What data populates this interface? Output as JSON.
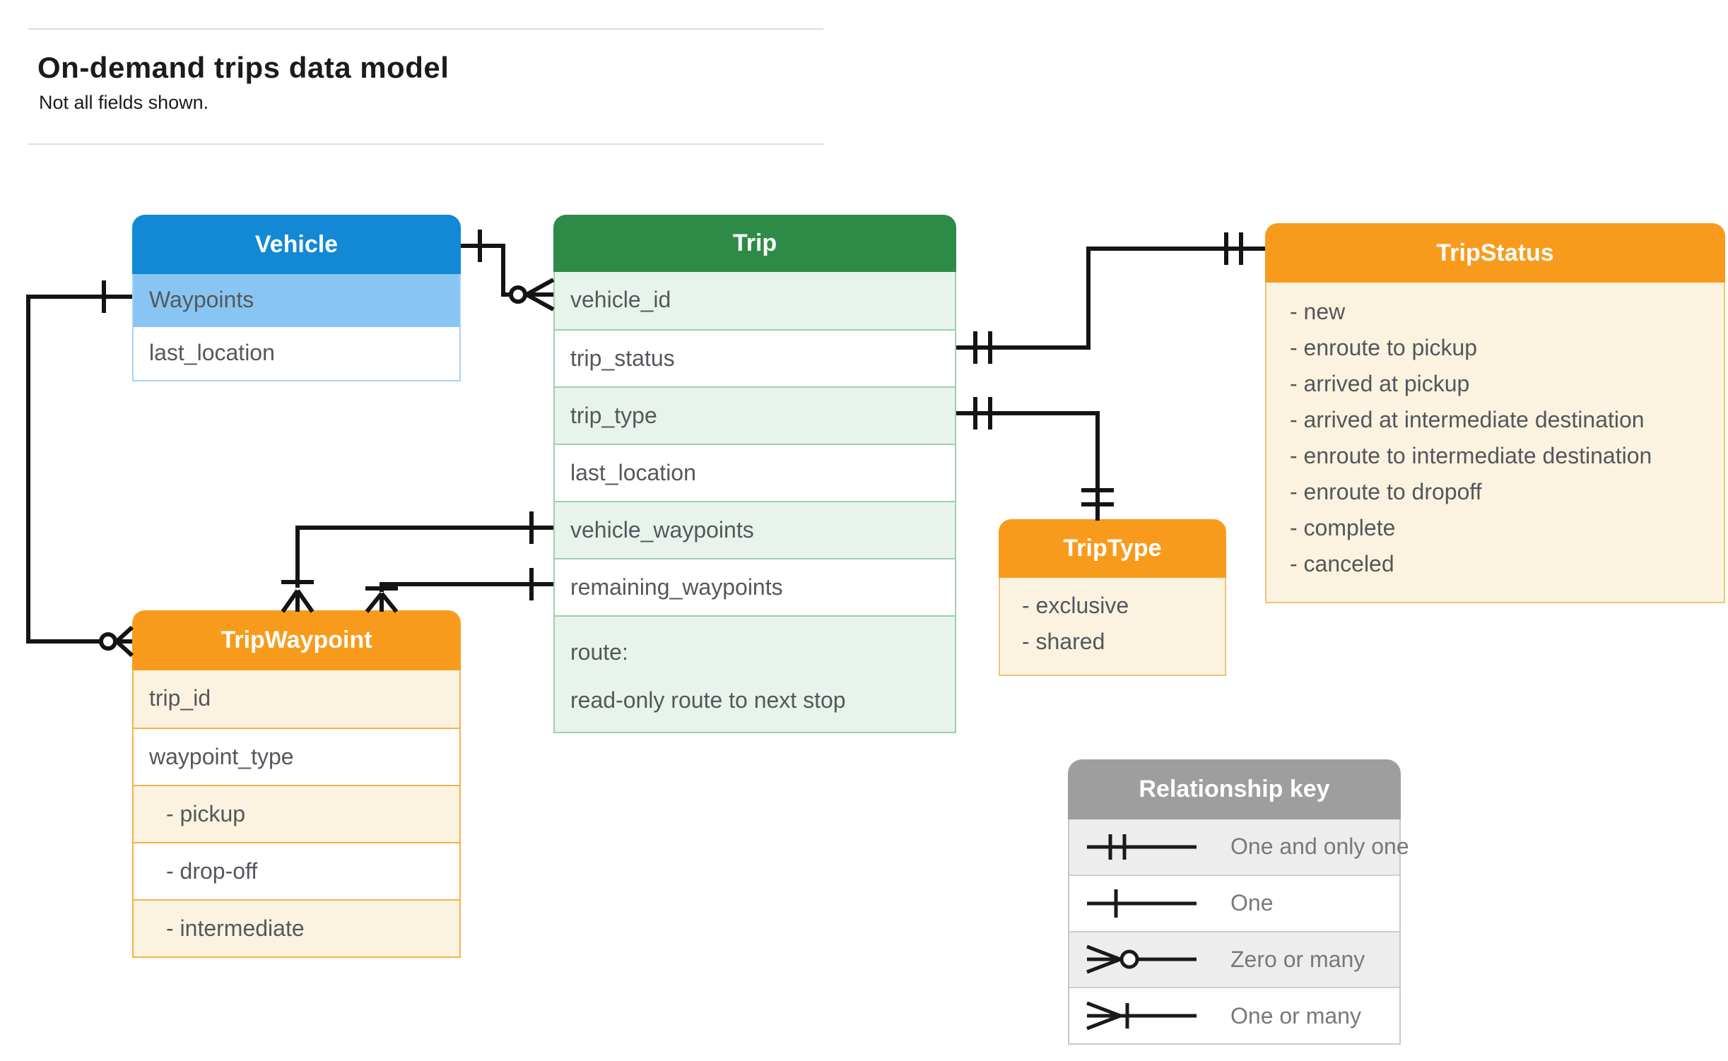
{
  "page": {
    "title": "On-demand trips data model",
    "subtitle": "Not all fields shown."
  },
  "entities": {
    "vehicle": {
      "title": "Vehicle",
      "fields": [
        "Waypoints",
        "last_location"
      ],
      "highlighted_field": "Waypoints"
    },
    "trip": {
      "title": "Trip",
      "fields": [
        "vehicle_id",
        "trip_status",
        "trip_type",
        "last_location",
        "vehicle_waypoints",
        "remaining_waypoints"
      ],
      "route": {
        "line1": "route:",
        "line2": "read-only route to next stop"
      }
    },
    "trip_status": {
      "title": "TripStatus",
      "values": [
        "- new",
        "- enroute to pickup",
        "- arrived at pickup",
        "- arrived at intermediate destination",
        "- enroute to intermediate destination",
        "- enroute to dropoff",
        "- complete",
        "- canceled"
      ]
    },
    "trip_type": {
      "title": "TripType",
      "values": [
        "- exclusive",
        "- shared"
      ]
    },
    "trip_waypoint": {
      "title": "TripWaypoint",
      "rows": [
        "trip_id",
        "waypoint_type",
        "- pickup",
        "- drop-off",
        "- intermediate"
      ]
    }
  },
  "legend": {
    "title": "Relationship key",
    "rows": [
      {
        "symbol": "one-and-only-one-symbol",
        "label": "One and only one"
      },
      {
        "symbol": "one-symbol",
        "label": "One"
      },
      {
        "symbol": "zero-or-many-symbol",
        "label": "Zero or many"
      },
      {
        "symbol": "one-or-many-symbol",
        "label": "One or many"
      }
    ]
  },
  "colors": {
    "vehicle_header": "#1389d5",
    "vehicle_highlight_row": "#89c5f3",
    "trip_header": "#2e8b47",
    "trip_shaded_row": "#e8f3eb",
    "orange_header": "#f89b1c",
    "orange_body": "#fbf3e0",
    "legend_header": "#9e9e9e",
    "legend_stripe": "#ededed",
    "field_text": "#54585c",
    "connector": "#141414"
  }
}
